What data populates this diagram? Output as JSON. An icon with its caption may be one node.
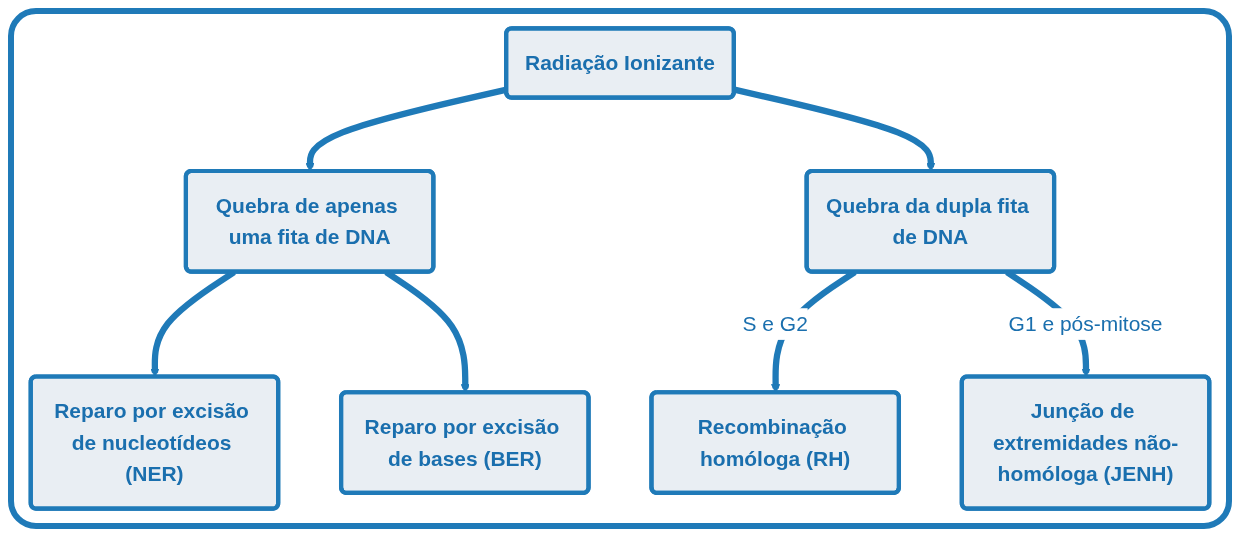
{
  "diagram": {
    "nodes": [
      {
        "text": [
          "Radiação Ionizante"
        ]
      },
      {
        "text": [
          "Quebra de apenas uma fita de DNA"
        ]
      },
      {
        "text": [
          "Quebra da dupla fita de DNA"
        ]
      },
      {
        "text": [
          "Reparo por excisão de nucleotídeos (NER)"
        ]
      },
      {
        "text": [
          "Reparo por excisão de bases (BER)"
        ]
      },
      {
        "text": [
          "Recombinação homóloga (RH)"
        ]
      },
      {
        "text": [
          "Junção de extremidades não-homóloga (JENH)"
        ]
      }
    ],
    "edges": [
      {
        "from": 0,
        "to": 1,
        "arrow": "to"
      },
      {
        "from": 0,
        "to": 2,
        "arrow": "to"
      },
      {
        "from": 1,
        "to": 3,
        "arrow": "to"
      },
      {
        "from": 1,
        "to": 4,
        "arrow": "to"
      },
      {
        "from": 2,
        "to": 5,
        "arrow": "to",
        "label": "S e G2"
      },
      {
        "from": 2,
        "to": 6,
        "arrow": "to",
        "label": "G1 e pós-mitose"
      }
    ]
  }
}
